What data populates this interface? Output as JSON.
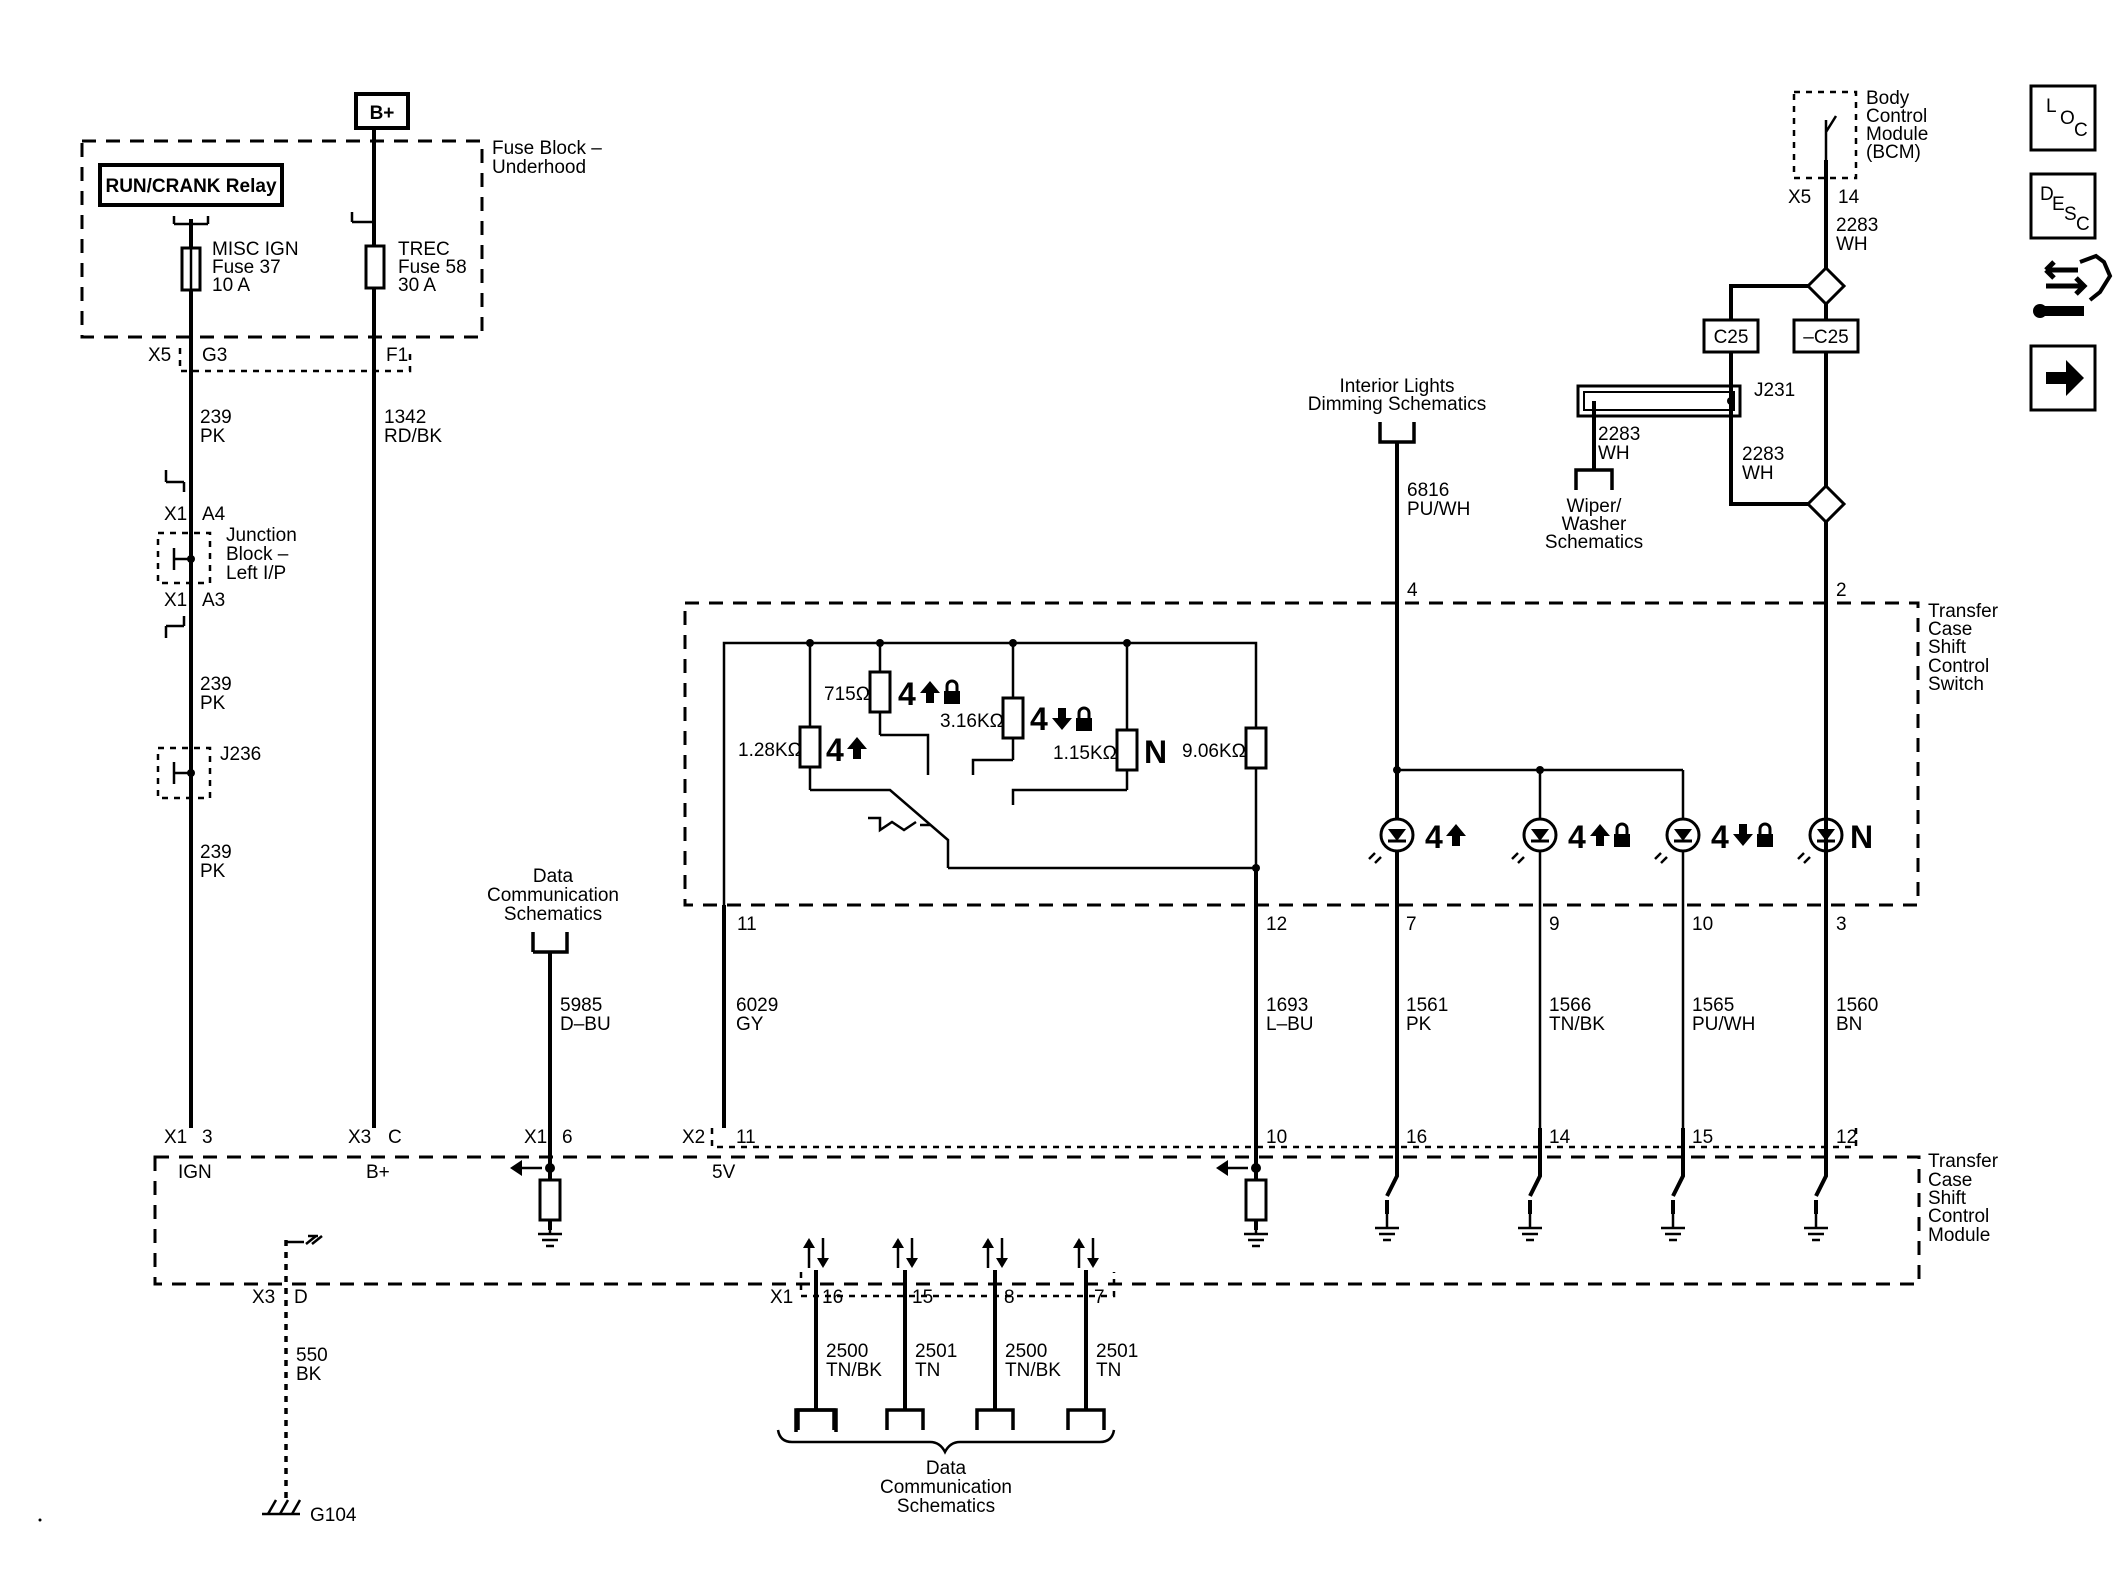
{
  "power": {
    "bplus": "B+"
  },
  "fuse_block": {
    "title_line1": "Fuse Block –",
    "title_line2": "Underhood",
    "relay": "RUN/CRANK Relay",
    "fuse37": {
      "line1": "MISC IGN",
      "line2": "Fuse 37",
      "line3": "10 A"
    },
    "fuse58": {
      "line1": "TREC",
      "line2": "Fuse 58",
      "line3": "30 A"
    },
    "conn_x5": "X5",
    "pin_g3": "G3",
    "pin_f1": "F1"
  },
  "wires": {
    "w239a": {
      "num": "239",
      "color": "PK"
    },
    "w239b": {
      "num": "239",
      "color": "PK"
    },
    "w239c": {
      "num": "239",
      "color": "PK"
    },
    "w1342": {
      "num": "1342",
      "color": "RD/BK"
    },
    "w5985": {
      "num": "5985",
      "color": "D–BU"
    },
    "w6029": {
      "num": "6029",
      "color": "GY"
    },
    "w1693": {
      "num": "1693",
      "color": "L–BU"
    },
    "w1561": {
      "num": "1561",
      "color": "PK"
    },
    "w1566": {
      "num": "1566",
      "color": "TN/BK"
    },
    "w1565": {
      "num": "1565",
      "color": "PU/WH"
    },
    "w1560": {
      "num": "1560",
      "color": "BN"
    },
    "w6816": {
      "num": "6816",
      "color": "PU/WH"
    },
    "w2283a": {
      "num": "2283",
      "color": "WH"
    },
    "w2283b": {
      "num": "2283",
      "color": "WH"
    },
    "w2283c": {
      "num": "2283",
      "color": "WH"
    },
    "w550": {
      "num": "550",
      "color": "BK"
    },
    "w2500a": {
      "num": "2500",
      "color": "TN/BK"
    },
    "w2501a": {
      "num": "2501",
      "color": "TN"
    },
    "w2500b": {
      "num": "2500",
      "color": "TN/BK"
    },
    "w2501b": {
      "num": "2501",
      "color": "TN"
    }
  },
  "junction_block": {
    "line1": "Junction",
    "line2": "Block –",
    "line3": "Left I/P",
    "x1a4": "X1",
    "a4": "A4",
    "x1a3": "X1",
    "a3": "A3"
  },
  "splices": {
    "j236": "J236",
    "j231": "J231"
  },
  "bcm": {
    "line1": "Body",
    "line2": "Control",
    "line3": "Module",
    "line4": "(BCM)",
    "conn": "X5",
    "pin": "14"
  },
  "c25": {
    "left": "C25",
    "right": "–C25"
  },
  "interior_lights": {
    "line1": "Interior Lights",
    "line2": "Dimming Schematics"
  },
  "wiper": {
    "line1": "Wiper/",
    "line2": "Washer",
    "line3": "Schematics"
  },
  "data_comm_top": {
    "line1": "Data",
    "line2": "Communication",
    "line3": "Schematics"
  },
  "data_comm_bottom": {
    "line1": "Data",
    "line2": "Communication",
    "line3": "Schematics"
  },
  "switch": {
    "title": [
      "Transfer",
      "Case",
      "Shift",
      "Control",
      "Switch"
    ],
    "r715": "715Ω",
    "r316": "3.16KΩ",
    "r128": "1.28KΩ",
    "r115": "1.15KΩ",
    "r906": "9.06KΩ",
    "lbl_4hi": "4",
    "lbl_4hilock": "4",
    "lbl_4lolock": "4",
    "lbl_n": "N",
    "led_4hi": "4",
    "led_4hilock": "4",
    "led_4lolock": "4",
    "led_n": "N",
    "pin_in4": "4",
    "pin_in2": "2",
    "pins_bottom": [
      "11",
      "12",
      "7",
      "9",
      "10",
      "3"
    ]
  },
  "module": {
    "title": [
      "Transfer",
      "Case",
      "Shift",
      "Control",
      "Module"
    ],
    "x1_3": "X1",
    "p3": "3",
    "ign": "IGN",
    "x3_c": "X3",
    "pc": "C",
    "bplus": "B+",
    "x1_6": "X1",
    "p6": "6",
    "x2": "X2",
    "p11": "11",
    "v5": "5V",
    "p10": "10",
    "p16": "16",
    "p14": "14",
    "p15": "15",
    "p12": "12",
    "x3_d": "X3",
    "pd": "D",
    "x1_bot": "X1",
    "p16b": "16",
    "p15b": "15",
    "p8b": "8",
    "p7b": "7"
  },
  "ground": {
    "g104": "G104"
  },
  "nav": {
    "loc": {
      "a": "L",
      "b": "O",
      "c": "C"
    },
    "desc": {
      "a": "D",
      "b": "E",
      "c": "S",
      "d": "C"
    }
  }
}
